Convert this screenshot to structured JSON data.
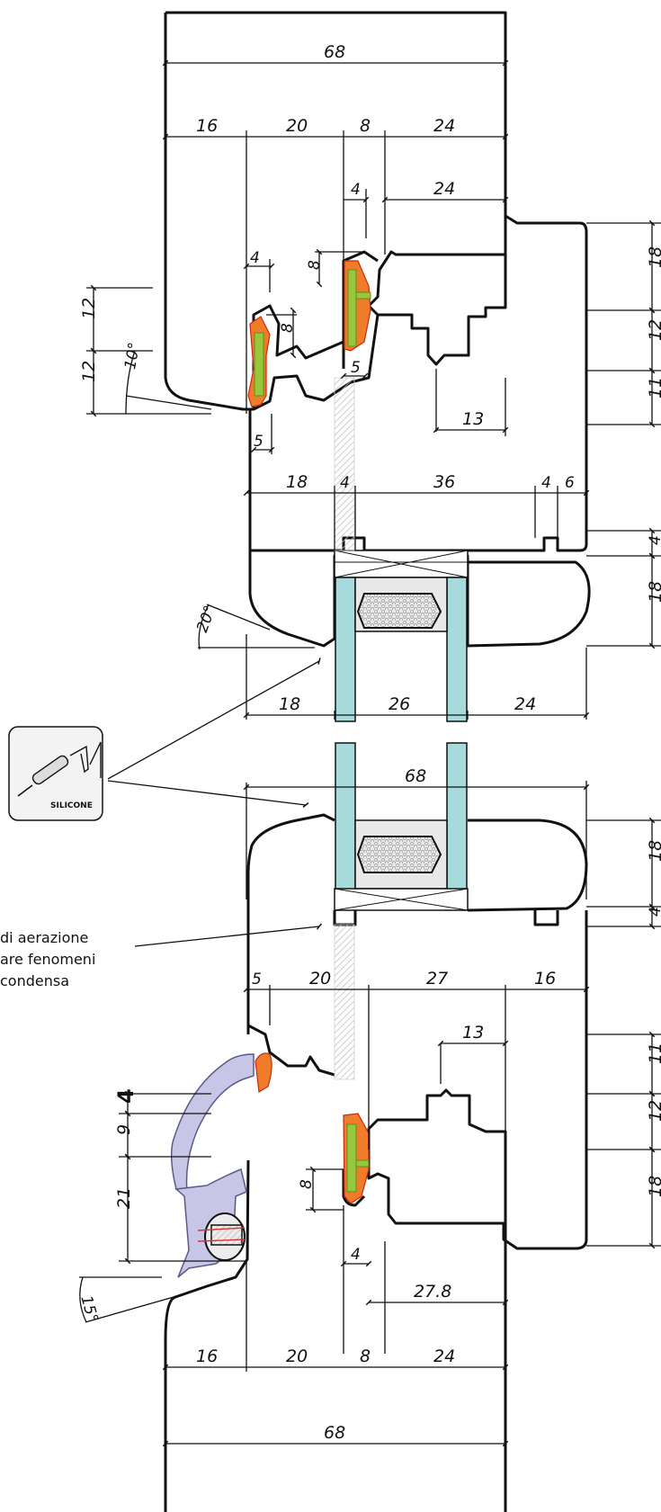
{
  "silicone_label": "SILICONE",
  "note": {
    "line1": "di aerazione",
    "line2": "are fenomeni",
    "line3": "condensa"
  },
  "top_section": {
    "overall": "68",
    "row1": [
      "16",
      "20",
      "8",
      "24"
    ],
    "row2": "24",
    "step_4a": "4",
    "step_8a": "8",
    "step_4b": "4",
    "step_8b": "8",
    "step_5a": "5",
    "step_5b": "5",
    "step_13": "13",
    "left_12a": "12",
    "left_12b": "12",
    "angle_10": "10°",
    "right_18": "18",
    "right_12": "12",
    "right_11": "11",
    "row3": [
      "18",
      "4",
      "36",
      "4",
      "6"
    ],
    "right_4": "4",
    "right_18b": "18",
    "angle_20": "20°",
    "bottom_row": [
      "18",
      "26",
      "24"
    ]
  },
  "bottom_section": {
    "overall_68a": "68",
    "right_18": "18",
    "right_4": "4",
    "row1": [
      "5",
      "20",
      "27",
      "16"
    ],
    "step_13": "13",
    "right_11": "11",
    "right_12": "12",
    "right_18b": "18",
    "left_4": "4",
    "left_9": "9",
    "left_21": "21",
    "step_8": "8",
    "step_4": "4",
    "angle_15": "15°",
    "dim_27_8": "27.8",
    "row2": [
      "16",
      "20",
      "8",
      "24"
    ],
    "overall_68b": "68"
  },
  "colors": {
    "glass": "#a6dadb",
    "seal_orange": "#f07c2a",
    "seal_red": "#c72a12",
    "seal_green": "#96c73d",
    "drip_profile": "#c8c6e6"
  }
}
